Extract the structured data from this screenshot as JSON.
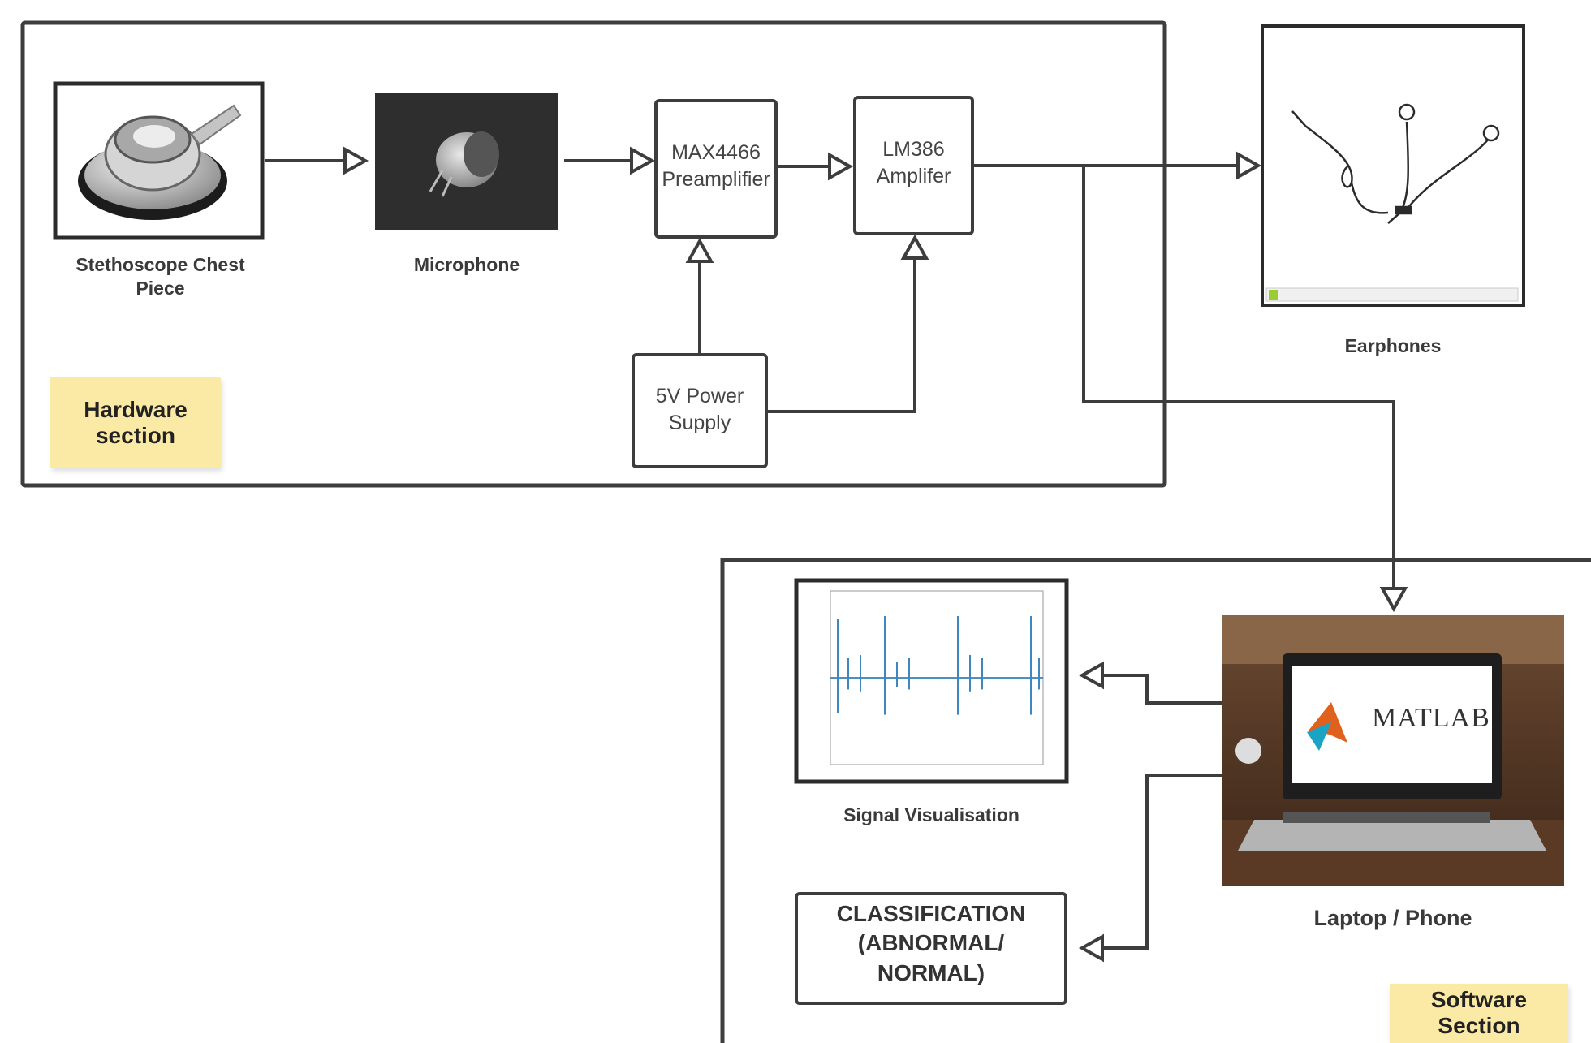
{
  "hardware": {
    "section_label": "Hardware section",
    "stethoscope_label": "Stethoscope Chest Piece",
    "microphone_label": "Microphone",
    "preamp_line1": "MAX4466",
    "preamp_line2": "Preamplifier",
    "amp_line1": "LM386",
    "amp_line2": "Amplifer",
    "power_line1": "5V Power",
    "power_line2": "Supply"
  },
  "earphones_label": "Earphones",
  "software": {
    "section_label": "Software Section",
    "signal_label": "Signal Visualisation",
    "laptop_label": "Laptop / Phone",
    "classification_line1": "CLASSIFICATION",
    "classification_line2": "(ABNORMAL/",
    "classification_line3": "NORMAL)",
    "matlab_text": "MATLAB"
  },
  "colors": {
    "line": "#3d3d3d",
    "sticky": "#fbe9a6",
    "signal": "#4a90c2"
  }
}
